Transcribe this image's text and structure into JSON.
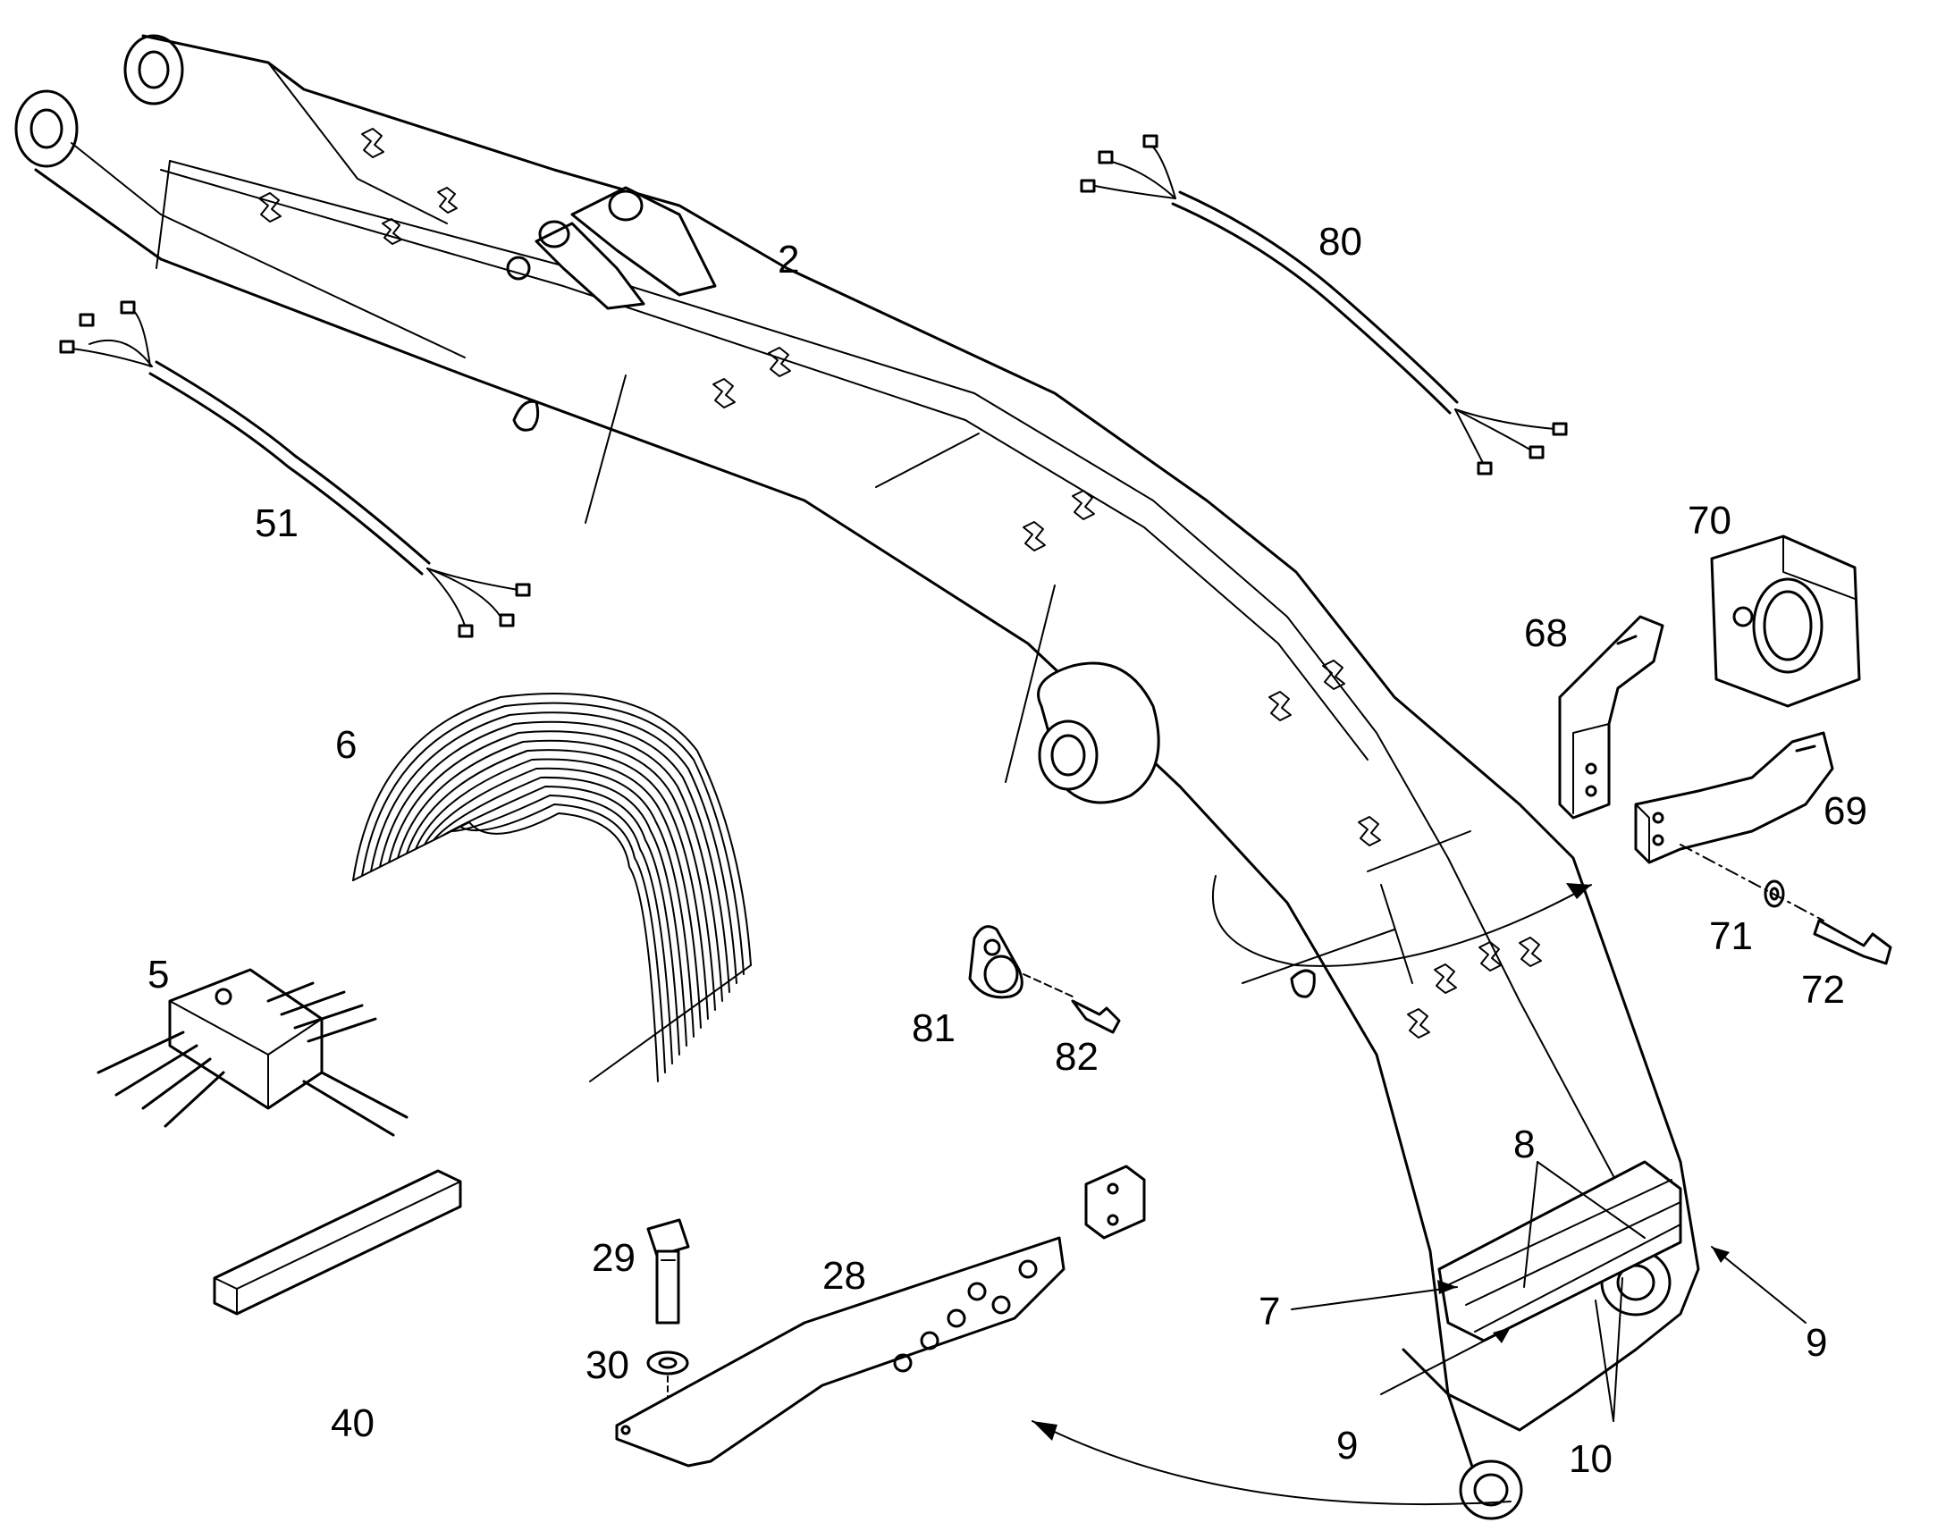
{
  "diagram": {
    "parts": {
      "p2": "2",
      "p5": "5",
      "p6": "6",
      "p7": "7",
      "p8": "8",
      "p9a": "9",
      "p9b": "9",
      "p10": "10",
      "p28": "28",
      "p29": "29",
      "p30": "30",
      "p40": "40",
      "p51": "51",
      "p68": "68",
      "p69": "69",
      "p70": "70",
      "p71": "71",
      "p72": "72",
      "p80": "80",
      "p81": "81",
      "p82": "82"
    }
  }
}
